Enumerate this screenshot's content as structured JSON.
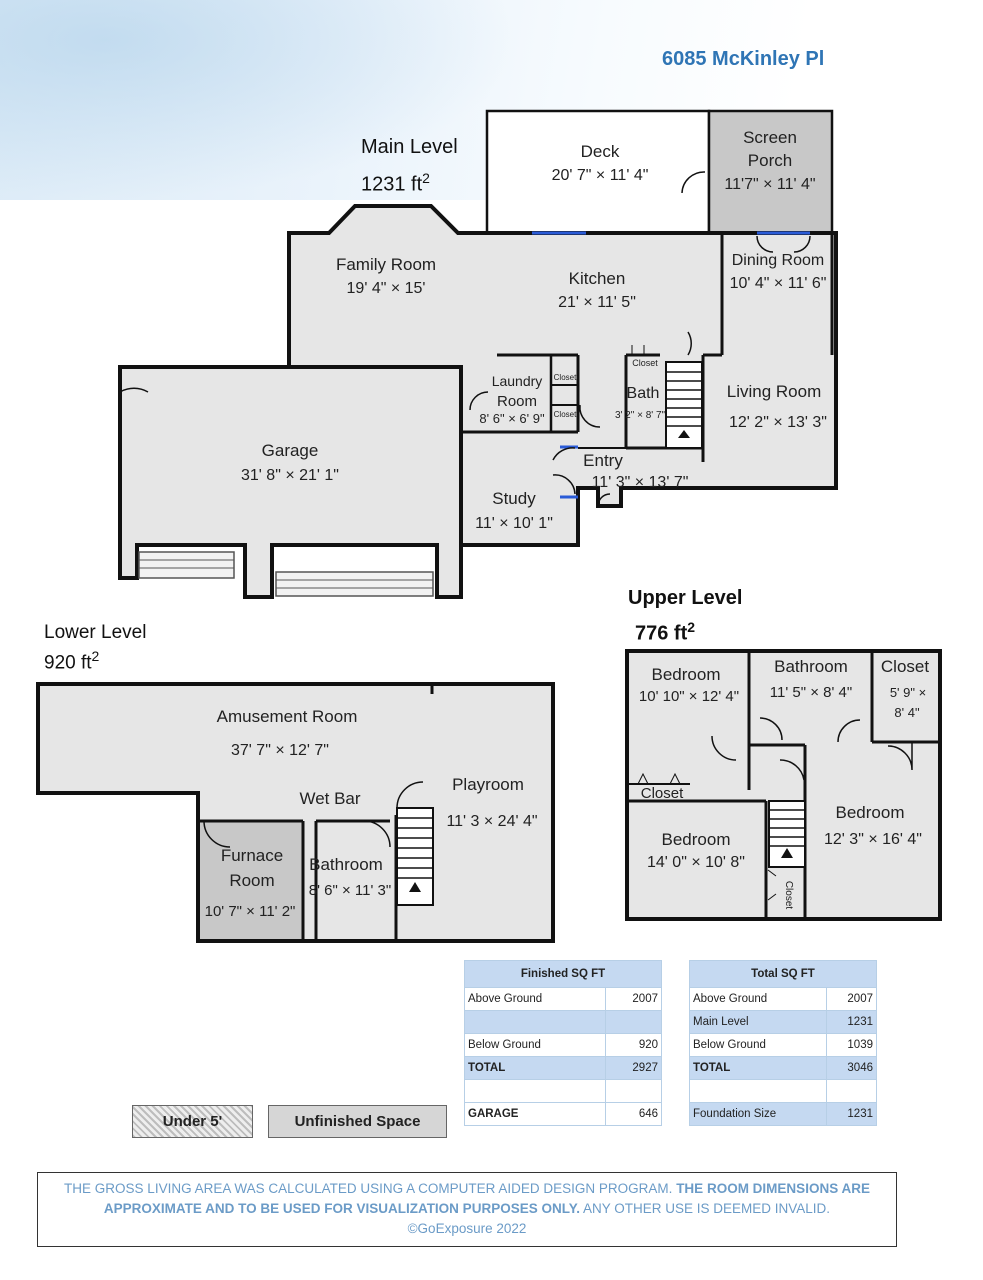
{
  "address": "6085 McKinley Pl",
  "levels": {
    "main": {
      "title": "Main Level",
      "area": "1231 ft",
      "sup": "2"
    },
    "lower": {
      "title": "Lower Level",
      "area": "920 ft",
      "sup": "2"
    },
    "upper": {
      "title": "Upper Level",
      "area": "776 ft",
      "sup": "2"
    }
  },
  "rooms": {
    "deck": {
      "name": "Deck",
      "dims": "20' 7\" × 11' 4\""
    },
    "screen_porch": {
      "name1": "Screen",
      "name2": "Porch",
      "dims": "11'7\" × 11' 4\""
    },
    "family_room": {
      "name": "Family Room",
      "dims": "19' 4\" × 15'"
    },
    "kitchen": {
      "name": "Kitchen",
      "dims": "21' × 11' 5\""
    },
    "dining_room": {
      "name": "Dining Room",
      "dims": "10' 4\" × 11' 6\""
    },
    "living_room": {
      "name": "Living Room",
      "dims": "12' 2\" × 13' 3\""
    },
    "laundry": {
      "name1": "Laundry",
      "name2": "Room",
      "dims": "8' 6\" × 6' 9\""
    },
    "closet_small": "Closet",
    "bath": {
      "name": "Bath",
      "dims": "3' 2\" × 8' 7\""
    },
    "entry": {
      "name": "Entry",
      "dims": "11' 3\" × 13' 7\""
    },
    "study": {
      "name": "Study",
      "dims": "11'  × 10' 1\""
    },
    "garage": {
      "name": "Garage",
      "dims": "31' 8\" × 21' 1\""
    },
    "amusement": {
      "name": "Amusement Room",
      "dims": "37' 7\" × 12' 7\""
    },
    "wet_bar": "Wet Bar",
    "playroom": {
      "name": "Playroom",
      "dims": "11' 3 × 24' 4\""
    },
    "furnace": {
      "name1": "Furnace",
      "name2": "Room",
      "dims": "10' 7\" × 11' 2\""
    },
    "lower_bath": {
      "name": "Bathroom",
      "dims": "8' 6\" × 11' 3\""
    },
    "up_bed1": {
      "name": "Bedroom",
      "dims": "10' 10\" × 12' 4\""
    },
    "up_bath": {
      "name": "Bathroom",
      "dims": "11' 5\" × 8' 4\""
    },
    "up_closet": {
      "name": "Closet",
      "dims1": "5' 9\" ×",
      "dims2": "8' 4\""
    },
    "up_closet2": "Closet",
    "up_bed2": {
      "name": "Bedroom",
      "dims": "12' 3\" × 16' 4\""
    },
    "up_bed3": {
      "name": "Bedroom",
      "dims": "14' 0\" × 10' 8\""
    },
    "up_closet3": "Closet"
  },
  "legend": {
    "under5": "Under 5'",
    "unfinished": "Unfinished Space"
  },
  "finished_table": {
    "header": "Finished SQ FT",
    "rows": [
      {
        "label": "Above Ground",
        "value": "2007"
      },
      {
        "label": "",
        "value": ""
      },
      {
        "label": "Below Ground",
        "value": "920"
      },
      {
        "label": "TOTAL",
        "value": "2927"
      },
      {
        "label": "",
        "value": ""
      },
      {
        "label": "GARAGE",
        "value": "646"
      }
    ]
  },
  "total_table": {
    "header": "Total SQ FT",
    "rows": [
      {
        "label": "Above Ground",
        "value": "2007"
      },
      {
        "label": "Main Level",
        "value": "1231"
      },
      {
        "label": "Below Ground",
        "value": "1039"
      },
      {
        "label": "TOTAL",
        "value": "3046"
      },
      {
        "label": "",
        "value": ""
      },
      {
        "label": "Foundation Size",
        "value": "1231"
      }
    ]
  },
  "disclaimer": {
    "part1": "THE GROSS LIVING AREA WAS CALCULATED USING A COMPUTER AIDED DESIGN PROGRAM.",
    "part2": "THE ROOM DIMENSIONS ARE APPROXIMATE AND TO BE USED FOR VISUALIZATION PURPOSES ONLY.",
    "part3": "ANY OTHER USE IS DEEMED INVALID.",
    "copyright": "©GoExposure 2022"
  },
  "colors": {
    "accent": "#2f75b5",
    "floor": "#e6e6e6",
    "unfinished": "#c8c8c8",
    "wall": "#111111",
    "door_blue": "#2a5bd7"
  }
}
